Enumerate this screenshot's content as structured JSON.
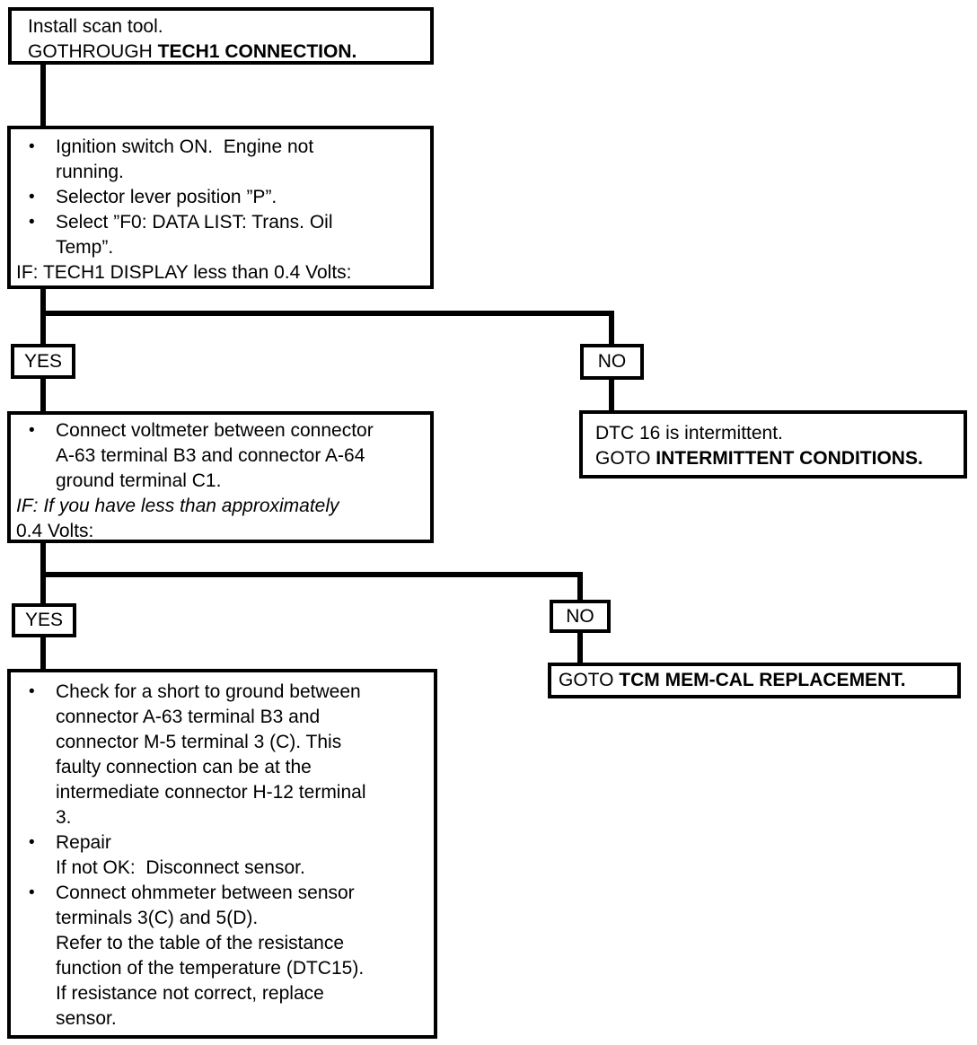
{
  "bullet_char": "•",
  "nodes": {
    "install": {
      "line1": "Install scan tool.",
      "goto_prefix": "GOTHROUGH ",
      "goto_target": "TECH1 CONNECTION."
    },
    "tech1_check": {
      "bullets": [
        "Ignition switch ON.  Engine not\nrunning.",
        "Selector lever position ”P”.",
        "Select ”F0: DATA LIST: Trans. Oil\nTemp”."
      ],
      "condition": "IF: TECH1 DISPLAY less than 0.4 Volts:"
    },
    "branch1": {
      "yes_label": "YES",
      "no_label": "NO"
    },
    "voltmeter_check": {
      "bullets": [
        "Connect voltmeter between connector\nA-63 terminal B3 and connector A-64\nground terminal C1."
      ],
      "condition_italic": "IF: If you have less than approximately",
      "condition_tail": "0.4 Volts:"
    },
    "intermittent": {
      "line1": "DTC 16 is intermittent.",
      "goto_prefix": "GOTO ",
      "goto_target": "INTERMITTENT CONDITIONS."
    },
    "branch2": {
      "yes_label": "YES",
      "no_label": "NO"
    },
    "tcm_replacement": {
      "goto_prefix": "GOTO ",
      "goto_target": "TCM MEM-CAL REPLACEMENT."
    },
    "short_check": {
      "bullets": [
        "Check for a short to ground between\nconnector A-63 terminal B3 and\nconnector M-5 terminal 3 (C). This\nfaulty connection can be at the\nintermediate connector H-12 terminal\n3.",
        "Repair\nIf not OK:  Disconnect sensor.",
        "Connect ohmmeter between sensor\nterminals 3(C) and 5(D).\nRefer to the table of the resistance\nfunction of the temperature (DTC15).\nIf resistance not correct, replace\nsensor."
      ]
    }
  }
}
